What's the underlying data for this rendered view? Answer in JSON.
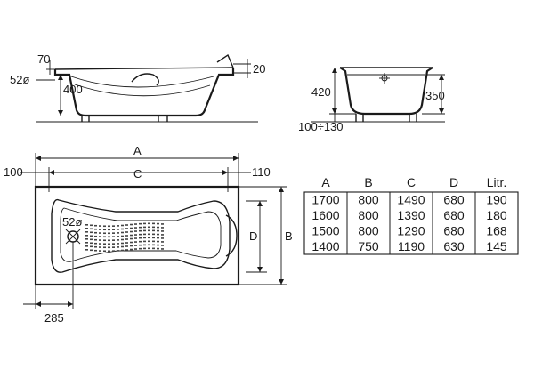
{
  "side_view": {
    "dim_rim": "70",
    "dim_drain": "52ø",
    "dim_height": "400",
    "dim_edge": "20"
  },
  "end_view": {
    "dim_total": "420",
    "dim_inner": "350",
    "dim_feet": "100÷130"
  },
  "top_view": {
    "label_a": "A",
    "label_c": "C",
    "dim_left": "100",
    "dim_right": "110",
    "label_d": "D",
    "label_b": "B",
    "dim_drain": "52ø",
    "dim_offset": "285"
  },
  "table": {
    "headers": [
      "A",
      "B",
      "C",
      "D",
      "Litr."
    ],
    "rows": [
      [
        "1700",
        "800",
        "1490",
        "680",
        "190"
      ],
      [
        "1600",
        "800",
        "1390",
        "680",
        "180"
      ],
      [
        "1500",
        "800",
        "1290",
        "680",
        "168"
      ],
      [
        "1400",
        "750",
        "1190",
        "630",
        "145"
      ]
    ]
  }
}
